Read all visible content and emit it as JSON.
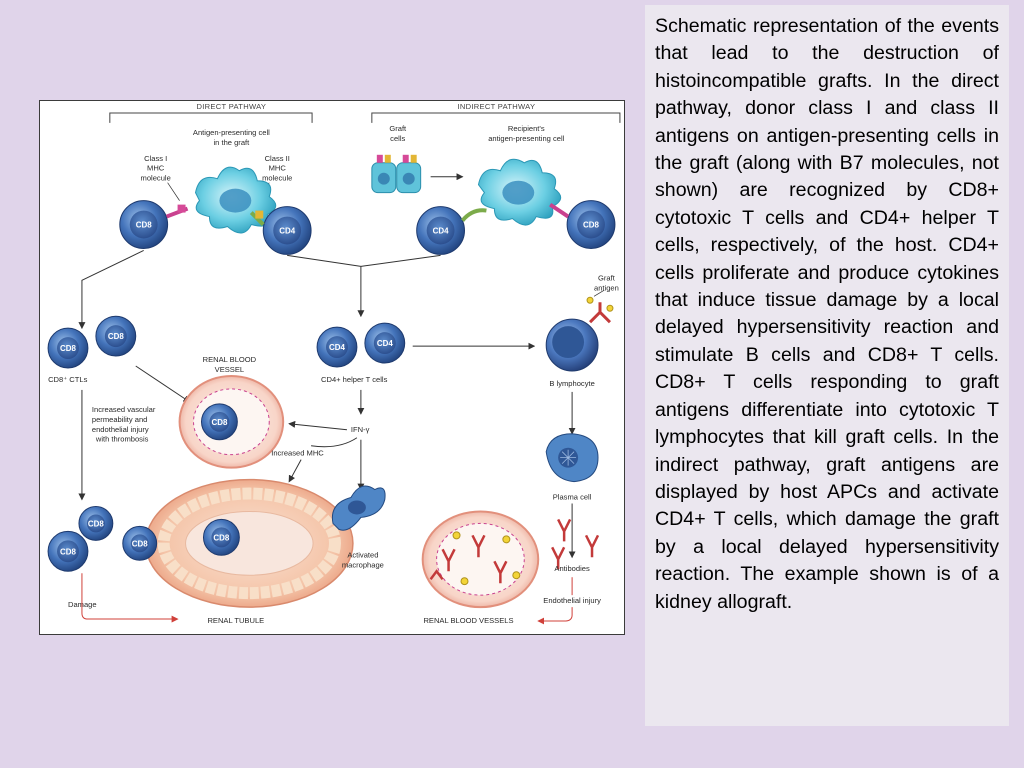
{
  "caption": "Schematic representation of the events that lead to the destruction of histoincompatible grafts. In the direct pathway, donor class I and class II antigens on antigen-presenting cells in the graft (along with B7 molecules, not shown) are recognized by CD8+ cytotoxic T cells and CD4+ helper T cells, respectively, of the host. CD4+ cells proliferate and produce cytokines that induce tissue damage by a local delayed hypersensitivity reaction and stimulate B cells and CD8+ T cells. CD8+ T cells responding to graft antigens differentiate into cytotoxic T lymphocytes that kill graft cells. In the indirect pathway, graft antigens are displayed by host APCs and activate CD4+ T cells, which damage the graft by a local delayed hypersensitivity reaction. The example shown is of a kidney allograft.",
  "diagram": {
    "direct_pathway_header": "DIRECT PATHWAY",
    "indirect_pathway_header": "INDIRECT PATHWAY",
    "apc_graft_line1": "Antigen-presenting cell",
    "apc_graft_line2": "in the graft",
    "class1_line1": "Class I",
    "class1_line2": "MHC",
    "class1_line3": "molecule",
    "class2_line1": "Class II",
    "class2_line2": "MHC",
    "class2_line3": "molecule",
    "graft_cells_line1": "Graft",
    "graft_cells_line2": "cells",
    "recipient_apc_line1": "Recipient's",
    "recipient_apc_line2": "antigen-presenting cell",
    "graft_antigen_line1": "Graft",
    "graft_antigen_line2": "antigen",
    "cd8": "CD8",
    "cd4": "CD4",
    "cd8_ctls": "CD8⁺ CTLs",
    "cd4_helper": "CD4+ helper T cells",
    "b_lymphocyte": "B lymphocyte",
    "renal_blood_vessel_line1": "RENAL BLOOD",
    "renal_blood_vessel_line2": "VESSEL",
    "vascular_line1": "Increased vascular",
    "vascular_line2": "permeability and",
    "vascular_line3": "endothelial injury",
    "vascular_line4": "with thrombosis",
    "ifn_gamma": "IFN-γ",
    "increased_mhc": "Increased MHC",
    "plasma_cell": "Plasma cell",
    "activated_macrophage_line1": "Activated",
    "activated_macrophage_line2": "macrophage",
    "antibodies": "Antibodies",
    "damage": "Damage",
    "endothelial_injury": "Endothelial injury",
    "renal_tubule": "RENAL TUBULE",
    "renal_blood_vessels": "RENAL BLOOD VESSELS"
  },
  "colors": {
    "background": "#e0d4ea",
    "caption_panel": "#ebe7ef",
    "t_cell": "#3d6cb4",
    "apc": "#5ec8de",
    "tubule": "#f0b096",
    "vessel": "#f6ccc0",
    "macrophage": "#4f86c6",
    "antibody": "#c33a3a",
    "arrow_red": "#d0403a"
  }
}
